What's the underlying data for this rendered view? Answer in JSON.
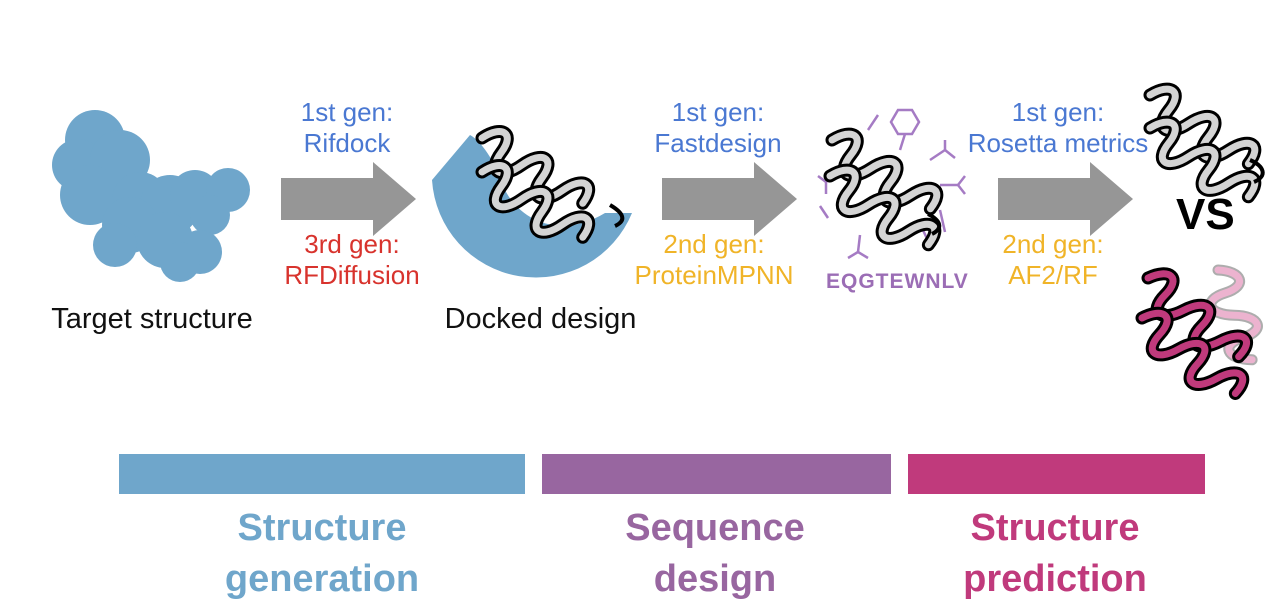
{
  "colors": {
    "structure_generation": "#6fa6cb",
    "sequence_design": "#9866a0",
    "structure_prediction": "#c03a7c",
    "gen1_label": "#4a78d2",
    "gen3_label": "#d8332d",
    "gen2_label": "#f0b428",
    "arrow": "#969696"
  },
  "steps": {
    "step1": {
      "gen1": "1st gen:",
      "gen1_tool": "Rifdock",
      "gen3": "3rd gen:",
      "gen3_tool": "RFDiffusion"
    },
    "step2": {
      "gen1": "1st gen:",
      "gen1_tool": "Fastdesign",
      "gen2": "2nd gen:",
      "gen2_tool": "ProteinMPNN"
    },
    "step3": {
      "gen1": "1st gen:",
      "gen1_tool": "Rosetta metrics",
      "gen2": "2nd gen:",
      "gen2_tool": "AF2/RF"
    }
  },
  "items": {
    "target": "Target structure",
    "docked": "Docked design",
    "sequence": "EQGTEWNLV",
    "versus": "VS"
  },
  "phases": [
    {
      "line1": "Structure",
      "line2": "generation"
    },
    {
      "line1": "Sequence",
      "line2": "design"
    },
    {
      "line1": "Structure",
      "line2": "prediction"
    }
  ]
}
